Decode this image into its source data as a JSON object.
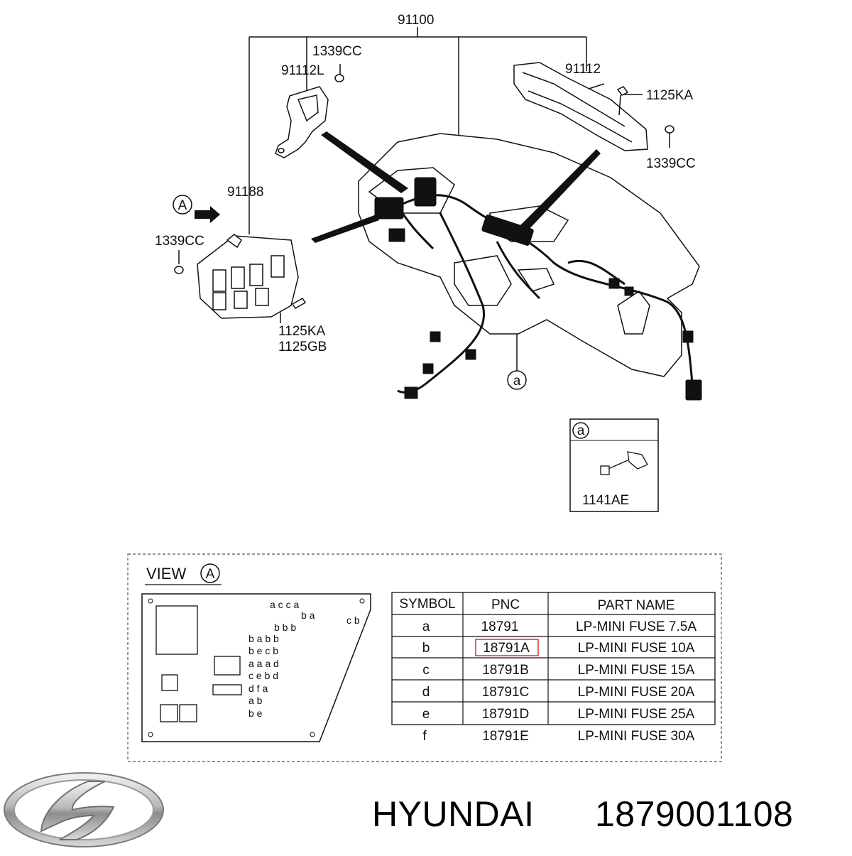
{
  "diagram": {
    "callouts": {
      "harness": "91100",
      "bracket_left": "91112L",
      "clip_top_left": "1339CC",
      "bracket_right": "91112",
      "bolt_right": "1125KA",
      "clip_right": "1339CC",
      "junction_box": "91188",
      "clip_box": "1339CC",
      "bolt_box_1": "1125KA",
      "bolt_box_2": "1125GB"
    },
    "view_marker": "A",
    "detail_marker": "a",
    "detail_box": {
      "marker": "a",
      "part": "1141AE"
    },
    "view_panel": {
      "title": "VIEW",
      "marker": "A",
      "fuse_rows": [
        "a c c a",
        "b a",
        "b b b",
        "b a b b",
        "b e c b",
        "a a a d",
        "c e b d",
        "d f a",
        "a b",
        "b e"
      ],
      "side_marks": "c b"
    }
  },
  "table": {
    "headers": [
      "SYMBOL",
      "PNC",
      "PART NAME"
    ],
    "rows": [
      {
        "symbol": "a",
        "pnc": "18791",
        "name": "LP-MINI FUSE 7.5A"
      },
      {
        "symbol": "b",
        "pnc": "18791A",
        "name": "LP-MINI FUSE 10A",
        "highlighted": true
      },
      {
        "symbol": "c",
        "pnc": "18791B",
        "name": "LP-MINI FUSE 15A"
      },
      {
        "symbol": "d",
        "pnc": "18791C",
        "name": "LP-MINI FUSE 20A"
      },
      {
        "symbol": "e",
        "pnc": "18791D",
        "name": "LP-MINI FUSE 25A"
      },
      {
        "symbol": "f",
        "pnc": "18791E",
        "name": "LP-MINI FUSE 30A"
      }
    ],
    "highlight_color": "#d9342b"
  },
  "footer": {
    "brand": "HYUNDAI",
    "part_number": "1879001108"
  }
}
